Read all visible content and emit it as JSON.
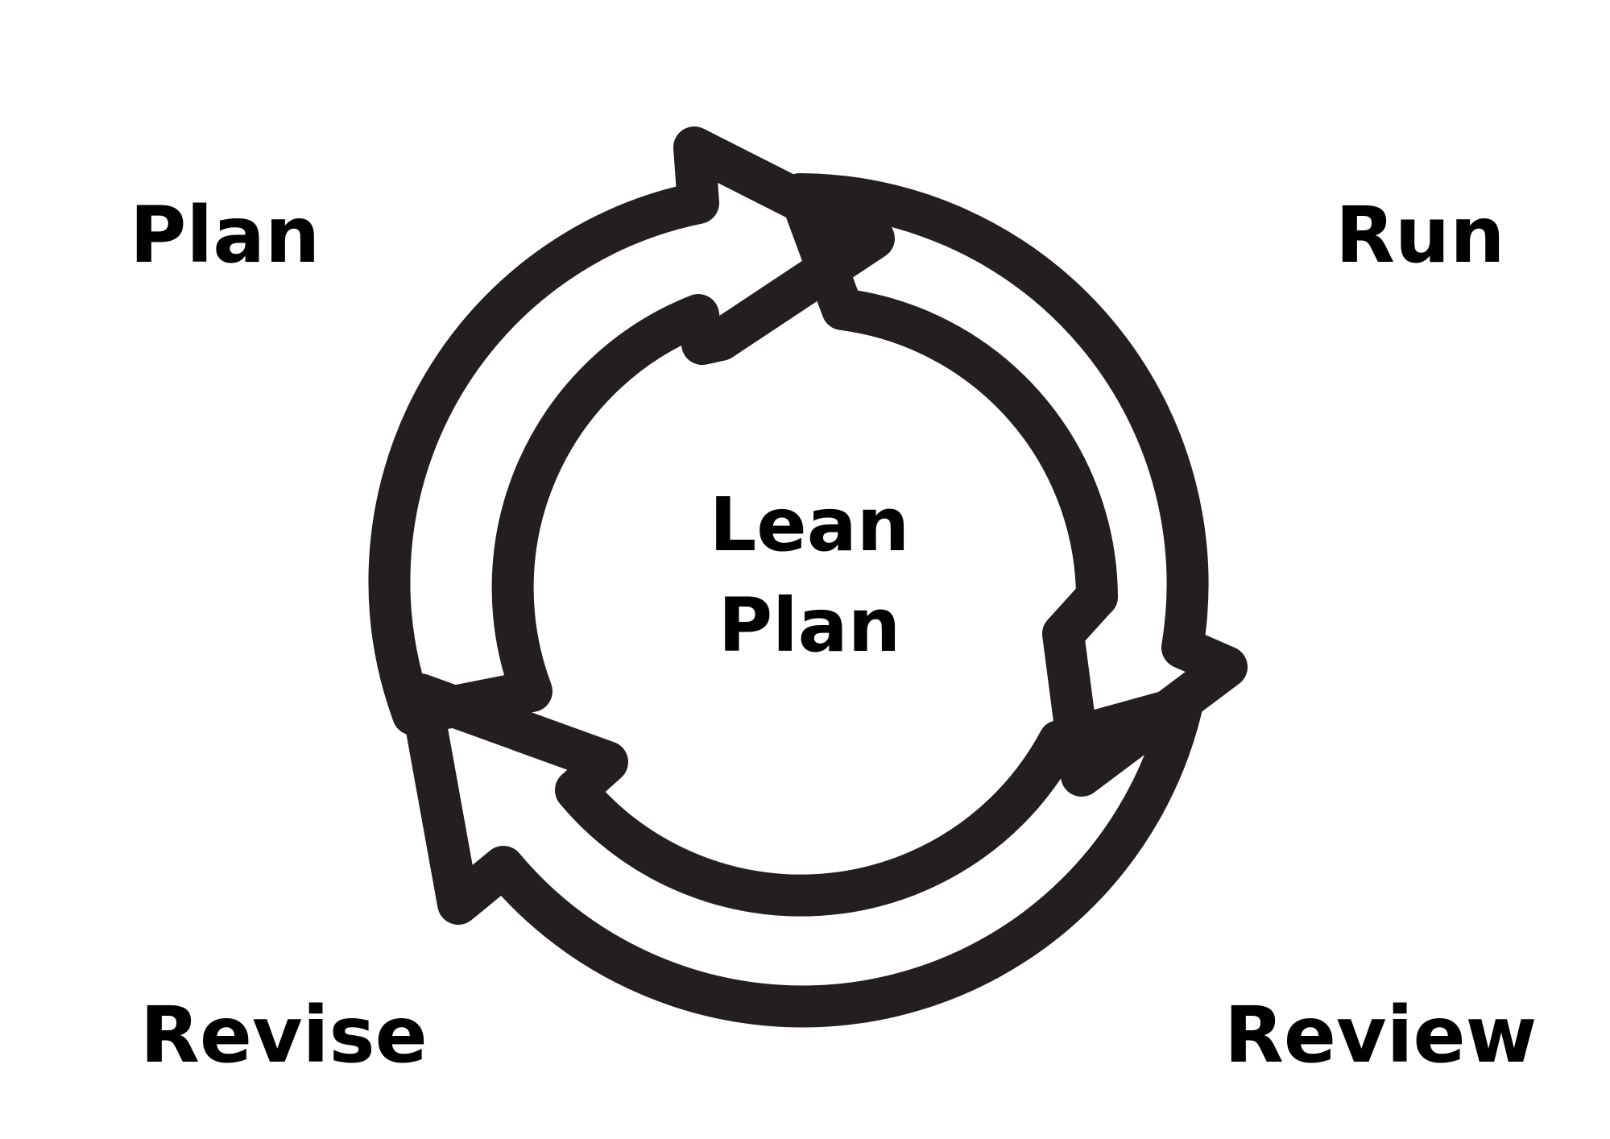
{
  "diagram": {
    "center_title": {
      "line1": "Lean",
      "line2": "Plan"
    },
    "stages": {
      "plan": "Plan",
      "run": "Run",
      "review": "Review",
      "revise": "Revise"
    },
    "colors": {
      "stroke": "#231f20",
      "text": "#000000",
      "background": "#ffffff"
    },
    "icons": [
      "cycle-arrow-icon"
    ]
  }
}
